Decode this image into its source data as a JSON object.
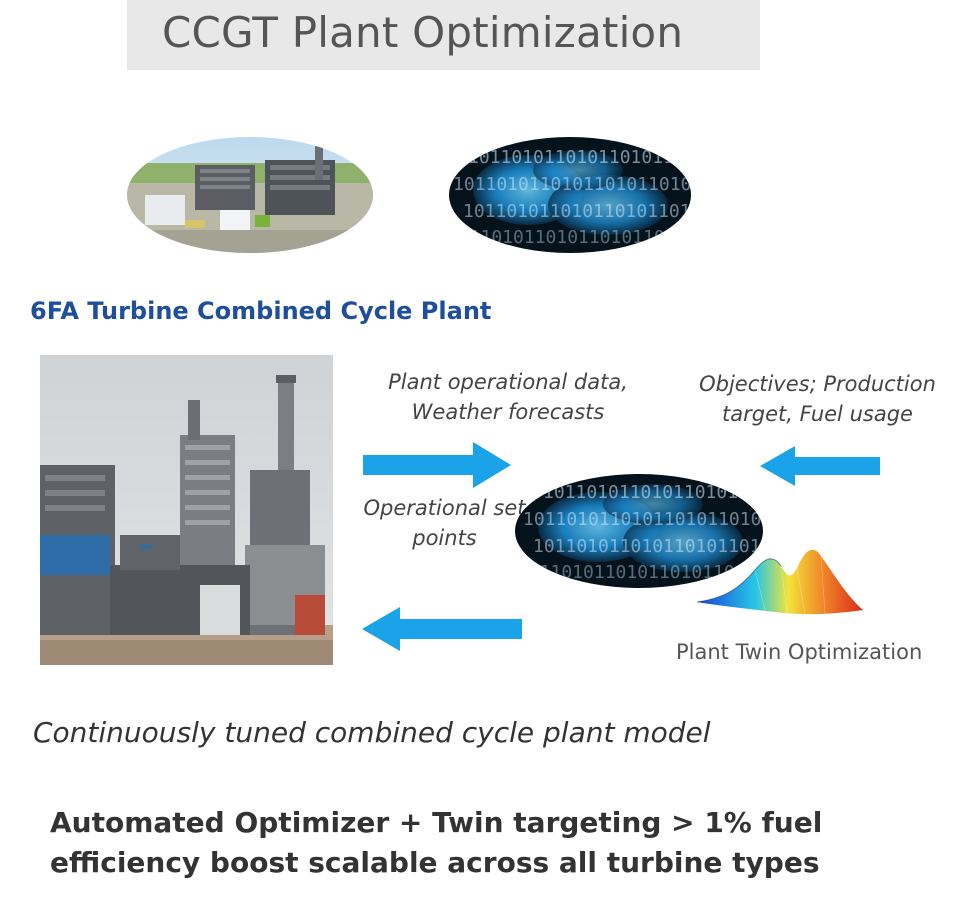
{
  "title": "CCGT Plant Optimization",
  "plant_heading": "6FA Turbine Combined Cycle Plant",
  "inputs_label_line1": "Plant operational data,",
  "inputs_label_line2": "Weather forecasts",
  "objectives_label_line1": "Objectives; Production",
  "objectives_label_line2": "target, Fuel usage",
  "setpoints_label_line1": "Operational set",
  "setpoints_label_line2": "points",
  "twin_label": "Plant Twin Optimization",
  "model_caption": "Continuously tuned combined cycle plant model",
  "conclusion_line1": "Automated Optimizer + Twin targeting > 1% fuel",
  "conclusion_line2": "efficiency boost scalable across all turbine types",
  "binary_glyphs": "1011010110101101011010",
  "colors": {
    "heading_blue": "#1f4e9b",
    "arrow_blue": "#1aa3e8",
    "data_glow": "#2bb6ff",
    "title_bg": "#e8e8e8"
  }
}
